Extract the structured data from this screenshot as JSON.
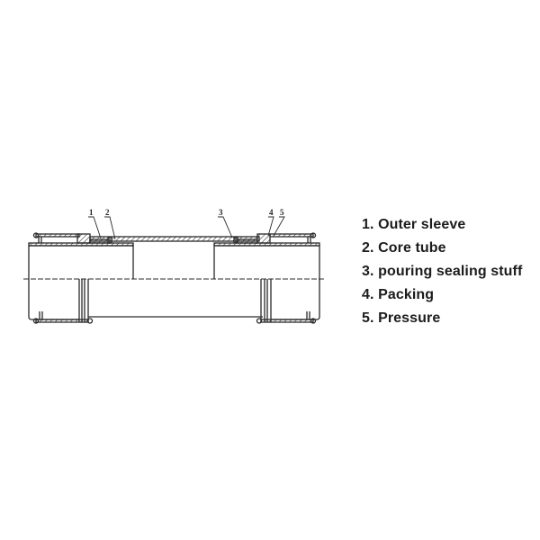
{
  "diagram": {
    "title": "",
    "type": "pipe expansion joint cross-section",
    "callouts": [
      "1",
      "2",
      "3",
      "4",
      "5"
    ]
  },
  "legend": {
    "items": [
      {
        "number": "1",
        "label": "1. Outer sleeve"
      },
      {
        "number": "2",
        "label": "2. Core tube"
      },
      {
        "number": "3",
        "label": "3. pouring sealing stuff"
      },
      {
        "number": "4",
        "label": "4. Packing"
      },
      {
        "number": "5",
        "label": "5. Pressure"
      }
    ]
  },
  "colors": {
    "line": "#2a2a2a",
    "background": "#ffffff",
    "text": "#1c1c1c"
  }
}
